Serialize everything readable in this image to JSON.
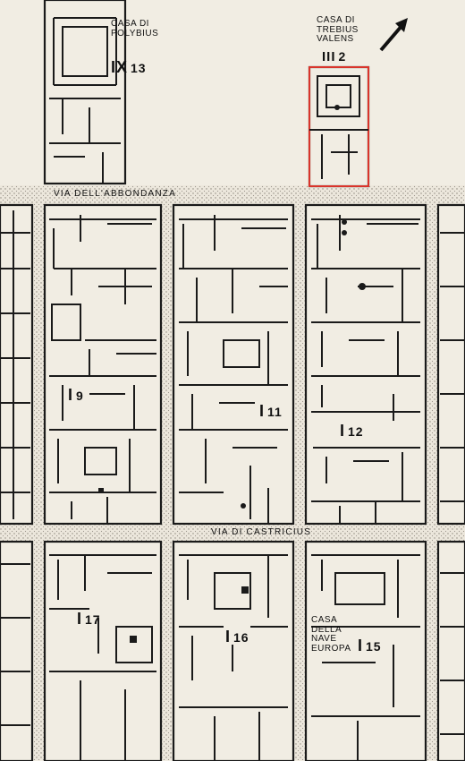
{
  "map": {
    "houses": {
      "polybius": [
        "CASA DI",
        "POLYBIUS"
      ],
      "trebius": [
        "CASA DI",
        "TREBIUS",
        "VALENS"
      ],
      "nave": [
        "CASA",
        "DELLA",
        "NAVE",
        "EUROPA"
      ]
    },
    "regions": {
      "ix13": {
        "roman": "IX",
        "num": "13"
      },
      "iii2": {
        "roman": "III",
        "num": "2"
      },
      "i9": {
        "roman": "I",
        "num": "9"
      },
      "i11": {
        "roman": "I",
        "num": "11"
      },
      "i12": {
        "roman": "I",
        "num": "12"
      },
      "i17": {
        "roman": "I",
        "num": "17"
      },
      "i16": {
        "roman": "I",
        "num": "16"
      },
      "i15": {
        "roman": "I",
        "num": "15"
      }
    },
    "streets": {
      "abbondanza": "VIA DELL'ABBONDANZA",
      "castricius": "VIA DI CASTRICIUS"
    },
    "colors": {
      "paper": "#f1ede3",
      "ink": "#1a1a1a",
      "highlight": "#d9342b",
      "street": "#e6e1d6"
    },
    "north_arrow": "north-arrow-icon"
  }
}
